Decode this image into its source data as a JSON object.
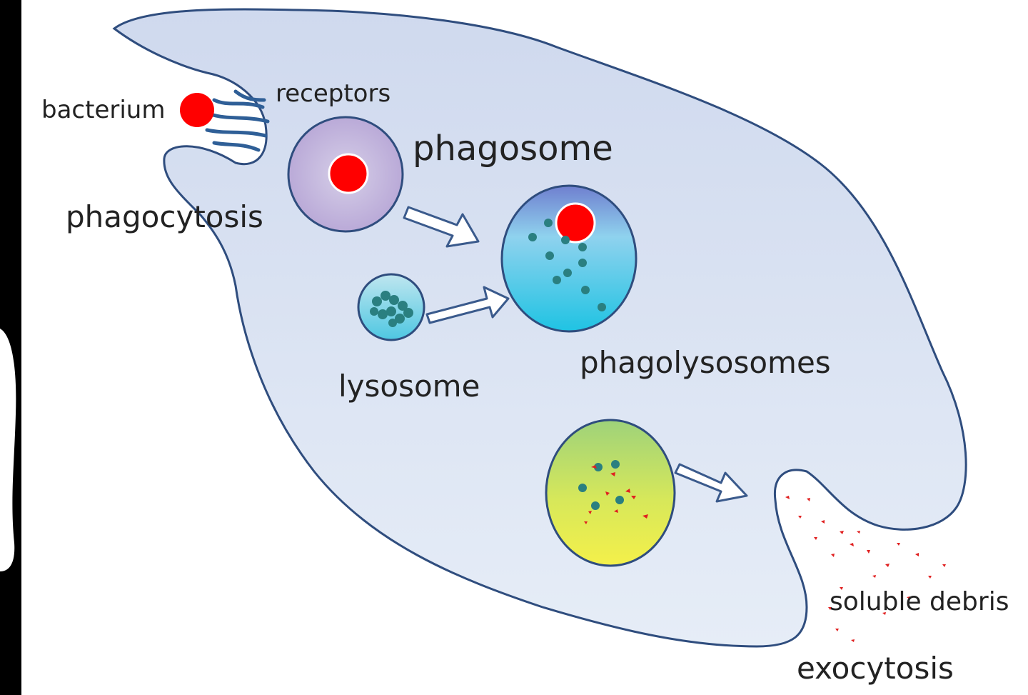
{
  "labels": {
    "bacterium": "bacterium",
    "receptors": "receptors",
    "phagosome": "phagosome",
    "phagocytosis": "phagocytosis",
    "phagolysosomes": "phagolysosomes",
    "lysosome": "lysosome",
    "soluble_debris": "soluble debris",
    "exocytosis": "exocytosis"
  },
  "colors": {
    "background": "#000000",
    "cell_fill_top": "#cfd9ee",
    "cell_fill_bottom": "#e4ecf6",
    "cell_outline": "#2f4d7e",
    "bacterium": "#ff0000",
    "enzyme_dot": "#2a7f80",
    "debris": "#e02020",
    "arrow_outline": "#3a5a8c",
    "text": "#222222"
  },
  "icons": {
    "arrow": "outlined-block-arrow",
    "bacterium": "red-circle",
    "enzyme": "teal-dot"
  }
}
